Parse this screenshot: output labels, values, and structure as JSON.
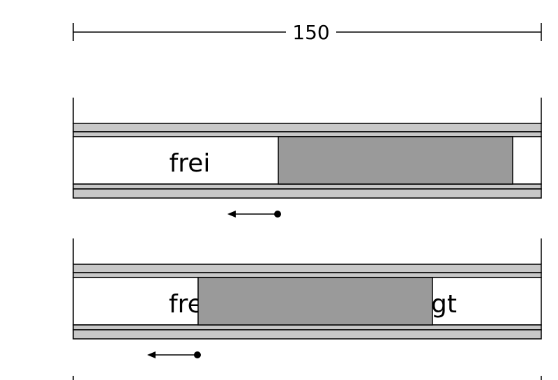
{
  "dimension": {
    "label": "150"
  },
  "colors": {
    "rail": "#c8c8c8",
    "block": "#9a9a9a",
    "stroke": "#000000",
    "background": "#ffffff"
  },
  "panel_1": {
    "label": "frei"
  },
  "panel_2": {
    "label_left": "fre",
    "label_right": "gt"
  }
}
